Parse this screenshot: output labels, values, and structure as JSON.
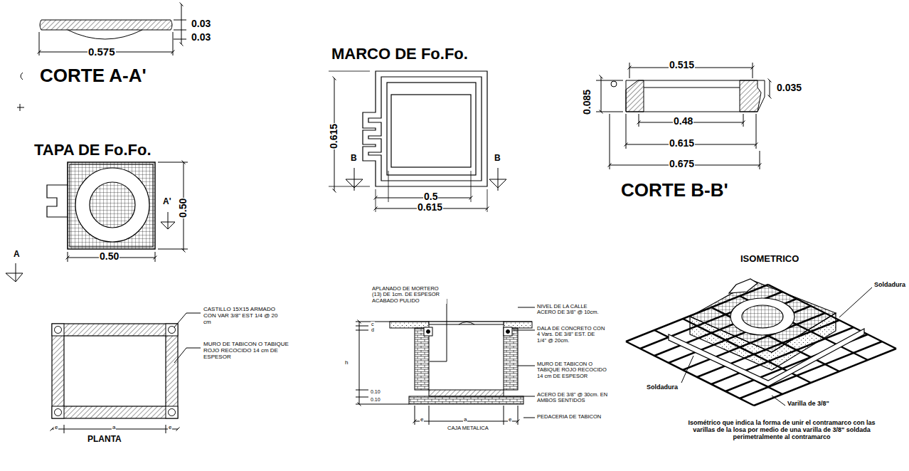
{
  "diagram": {
    "labels": [
      "0.03",
      "0.03",
      "0.575",
      "CORTE A-A'",
      "MARCO DE Fo.Fo.",
      "0.615",
      "B",
      "B",
      "0.5",
      "0.615",
      "0.515",
      "0.085",
      "0.035",
      "0.48",
      "0.615",
      "0.675",
      "CORTE B-B'",
      "TAPA DE Fo.Fo.",
      "A'",
      "0.50",
      "0.50",
      "A",
      "ISOMETRICO",
      "Soldadura",
      "Soldadura",
      "Varilla de 3/8\"",
      "Isométrico que indica la forma de unir el contramarco con las varillas de la losa por medio de una varilla de 3/8\" soldada perimetralmente al contramarco",
      "APLANADO DE MORTERO (13) DE 1cm. DE ESPESOR ACABADO PULIDO",
      "NIVEL DE LA CALLE ACERO DE 3/8\" @ 10cm.",
      "DALA DE CONCRETO CON 4 Vars. DE 3/8\" EST. DE 1/4\" @ 20cm.",
      "MURO DE TABICON O TABIQUE ROJO RECOCIDO 14 cm DE ESPESOR",
      "ACERO DE 3/8\" @ 30cm. EN AMBOS SENTIDOS",
      "PEDACERIA DE TABICON",
      "CAJA METALICA",
      "a",
      "e",
      "e",
      "h",
      "c",
      "d",
      "0.10",
      "0.10",
      "CASTILLO 15X15 ARMADO CON VAR 3/8\" EST 1/4 @ 20 cm",
      "MURO DE TABICON O TABIQUE ROJO RECOCIDO 14 cm DE ESPESOR",
      "PLANTA",
      "e",
      "a",
      "e"
    ]
  }
}
